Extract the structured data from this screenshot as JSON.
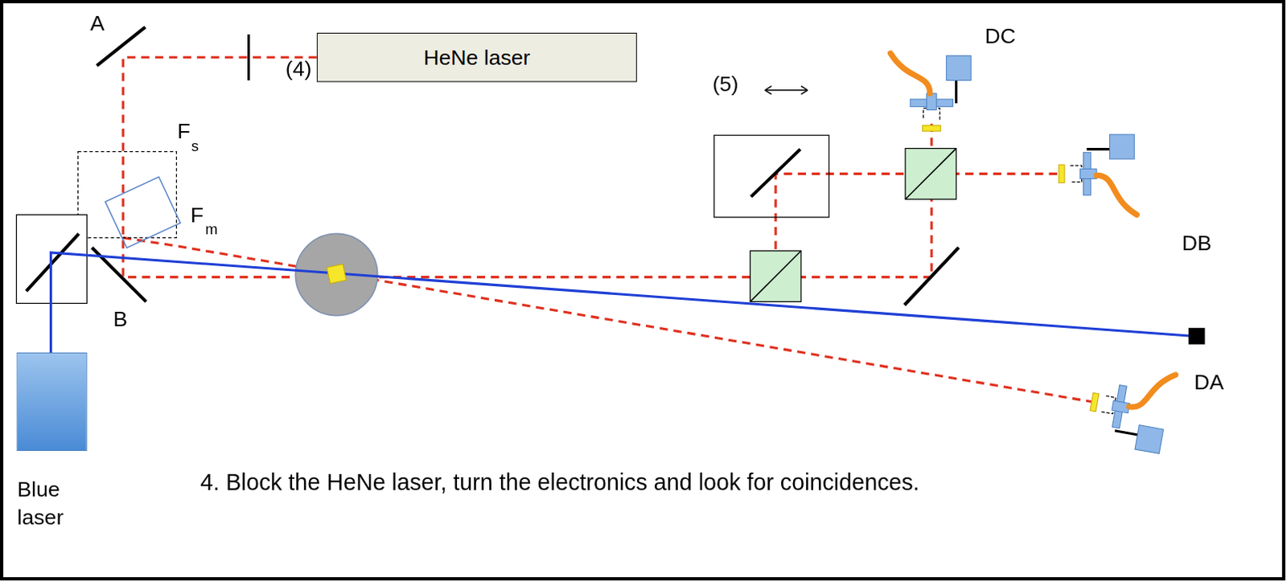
{
  "diagram": {
    "nodes": [
      {
        "text": [
          "HeNe laser"
        ]
      },
      {
        "text": [
          "Blue laser"
        ]
      }
    ],
    "labels": [
      "A",
      "(4)",
      "F",
      "s",
      "F",
      "m",
      "B",
      "(5)",
      "DC",
      "DB",
      "DA",
      "4.  Block the HeNe laser, turn the electronics and look for coincidences."
    ]
  }
}
